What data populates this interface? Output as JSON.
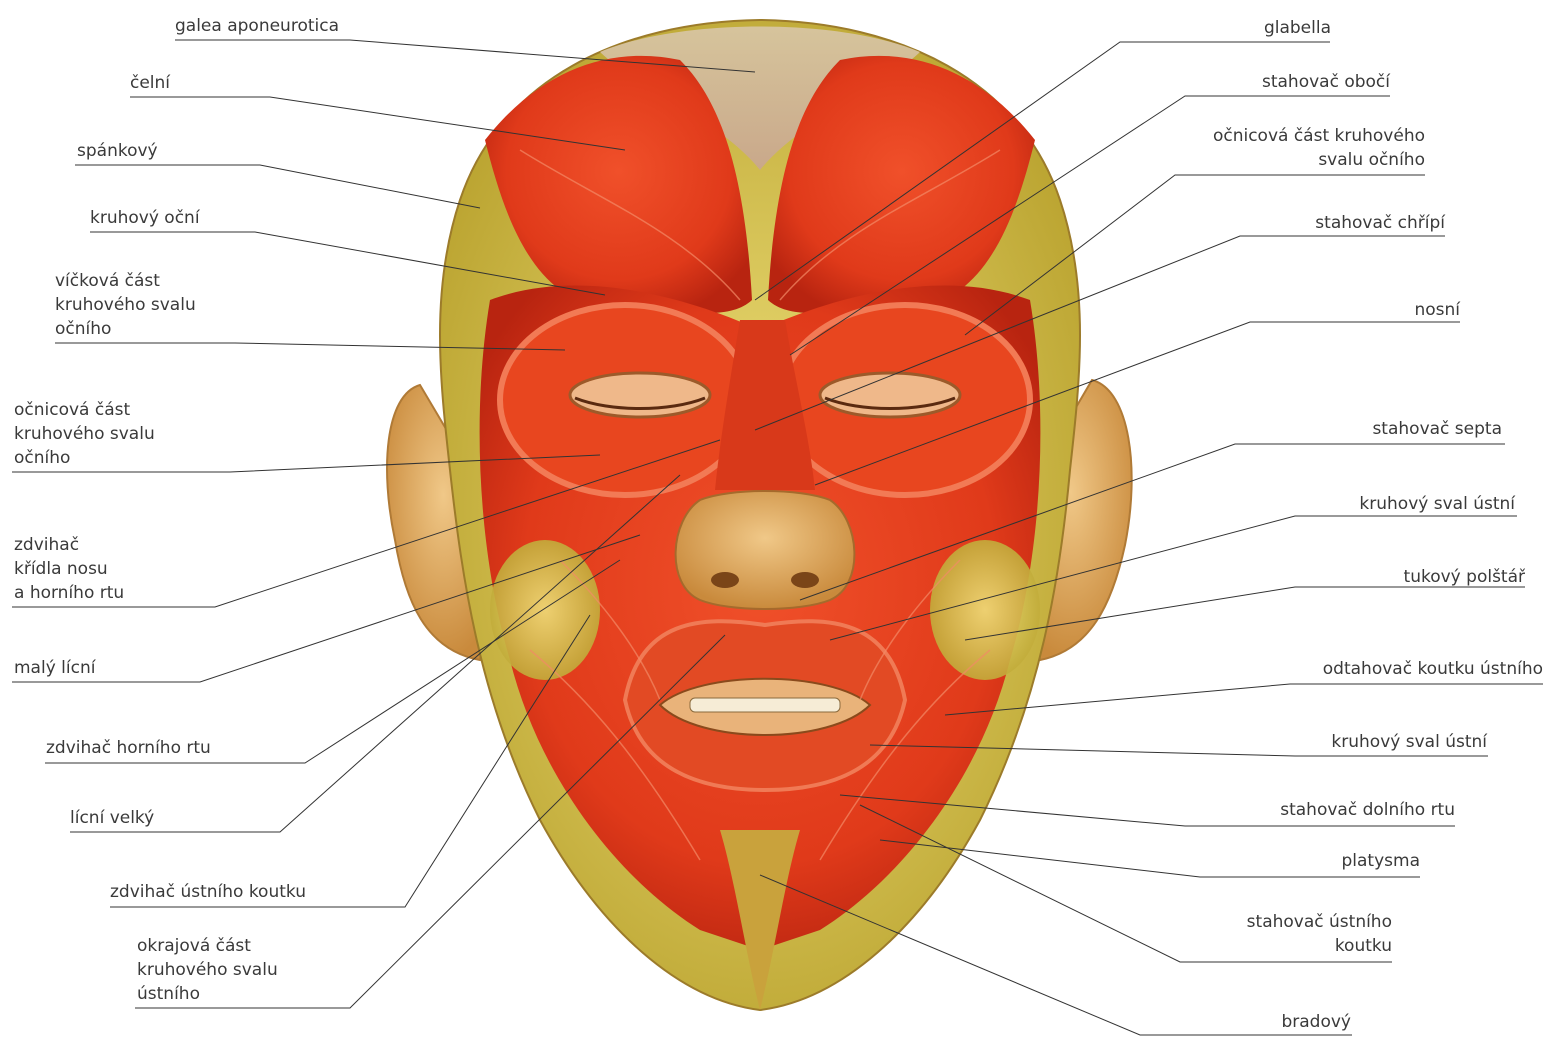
{
  "labels_left": [
    {
      "id": "galea",
      "lines": [
        "galea aponeurotica"
      ]
    },
    {
      "id": "celni",
      "lines": [
        "čelní"
      ]
    },
    {
      "id": "spankovy",
      "lines": [
        "spánkový"
      ]
    },
    {
      "id": "kruhovy-ocni",
      "lines": [
        "kruhový oční"
      ]
    },
    {
      "id": "vickova",
      "lines": [
        "víčková část",
        "kruhového svalu",
        "očního"
      ]
    },
    {
      "id": "ocnicova-l",
      "lines": [
        "očnicová část",
        "kruhového svalu",
        "očního"
      ]
    },
    {
      "id": "zdvihac-kridla",
      "lines": [
        "zdvihač",
        "křídla nosu",
        "a horního rtu"
      ]
    },
    {
      "id": "maly-licni",
      "lines": [
        "malý lícní"
      ]
    },
    {
      "id": "zdvihac-horniho",
      "lines": [
        "zdvihač horního rtu"
      ]
    },
    {
      "id": "licni-velky",
      "lines": [
        "lícní velký"
      ]
    },
    {
      "id": "zdvihac-koutku",
      "lines": [
        "zdvihač ústního koutku"
      ]
    },
    {
      "id": "okrajova",
      "lines": [
        "okrajová část",
        "kruhového svalu",
        "ústního"
      ]
    }
  ],
  "labels_right": [
    {
      "id": "glabella",
      "lines": [
        "glabella"
      ]
    },
    {
      "id": "stahovac-oboci",
      "lines": [
        "stahovač obočí"
      ]
    },
    {
      "id": "ocnicova-r",
      "lines": [
        "očnicová část kruhového",
        "svalu očního"
      ]
    },
    {
      "id": "stahovac-chripi",
      "lines": [
        "stahovač chřípí"
      ]
    },
    {
      "id": "nosni",
      "lines": [
        "nosní"
      ]
    },
    {
      "id": "stahovac-septa",
      "lines": [
        "stahovač septa"
      ]
    },
    {
      "id": "kruhovy-sval-1",
      "lines": [
        "kruhový sval ústní"
      ]
    },
    {
      "id": "tukovy",
      "lines": [
        "tukový polštář"
      ]
    },
    {
      "id": "odtahovac",
      "lines": [
        "odtahovač koutku ústního"
      ]
    },
    {
      "id": "kruhovy-sval-2",
      "lines": [
        "kruhový sval ústní"
      ]
    },
    {
      "id": "stahovac-dolniho",
      "lines": [
        "stahovač dolního rtu"
      ]
    },
    {
      "id": "platysma",
      "lines": [
        "platysma"
      ]
    },
    {
      "id": "stahovac-koutku",
      "lines": [
        "stahovač ústního",
        "koutku"
      ]
    },
    {
      "id": "bradovy",
      "lines": [
        "bradový"
      ]
    }
  ],
  "colors": {
    "muscle": "#e2401f",
    "muscle_dark": "#b8230f",
    "fat": "#d9c64a",
    "skin": "#e0b070",
    "aponeurosis": "#d8c7a0",
    "leader": "#333333"
  }
}
